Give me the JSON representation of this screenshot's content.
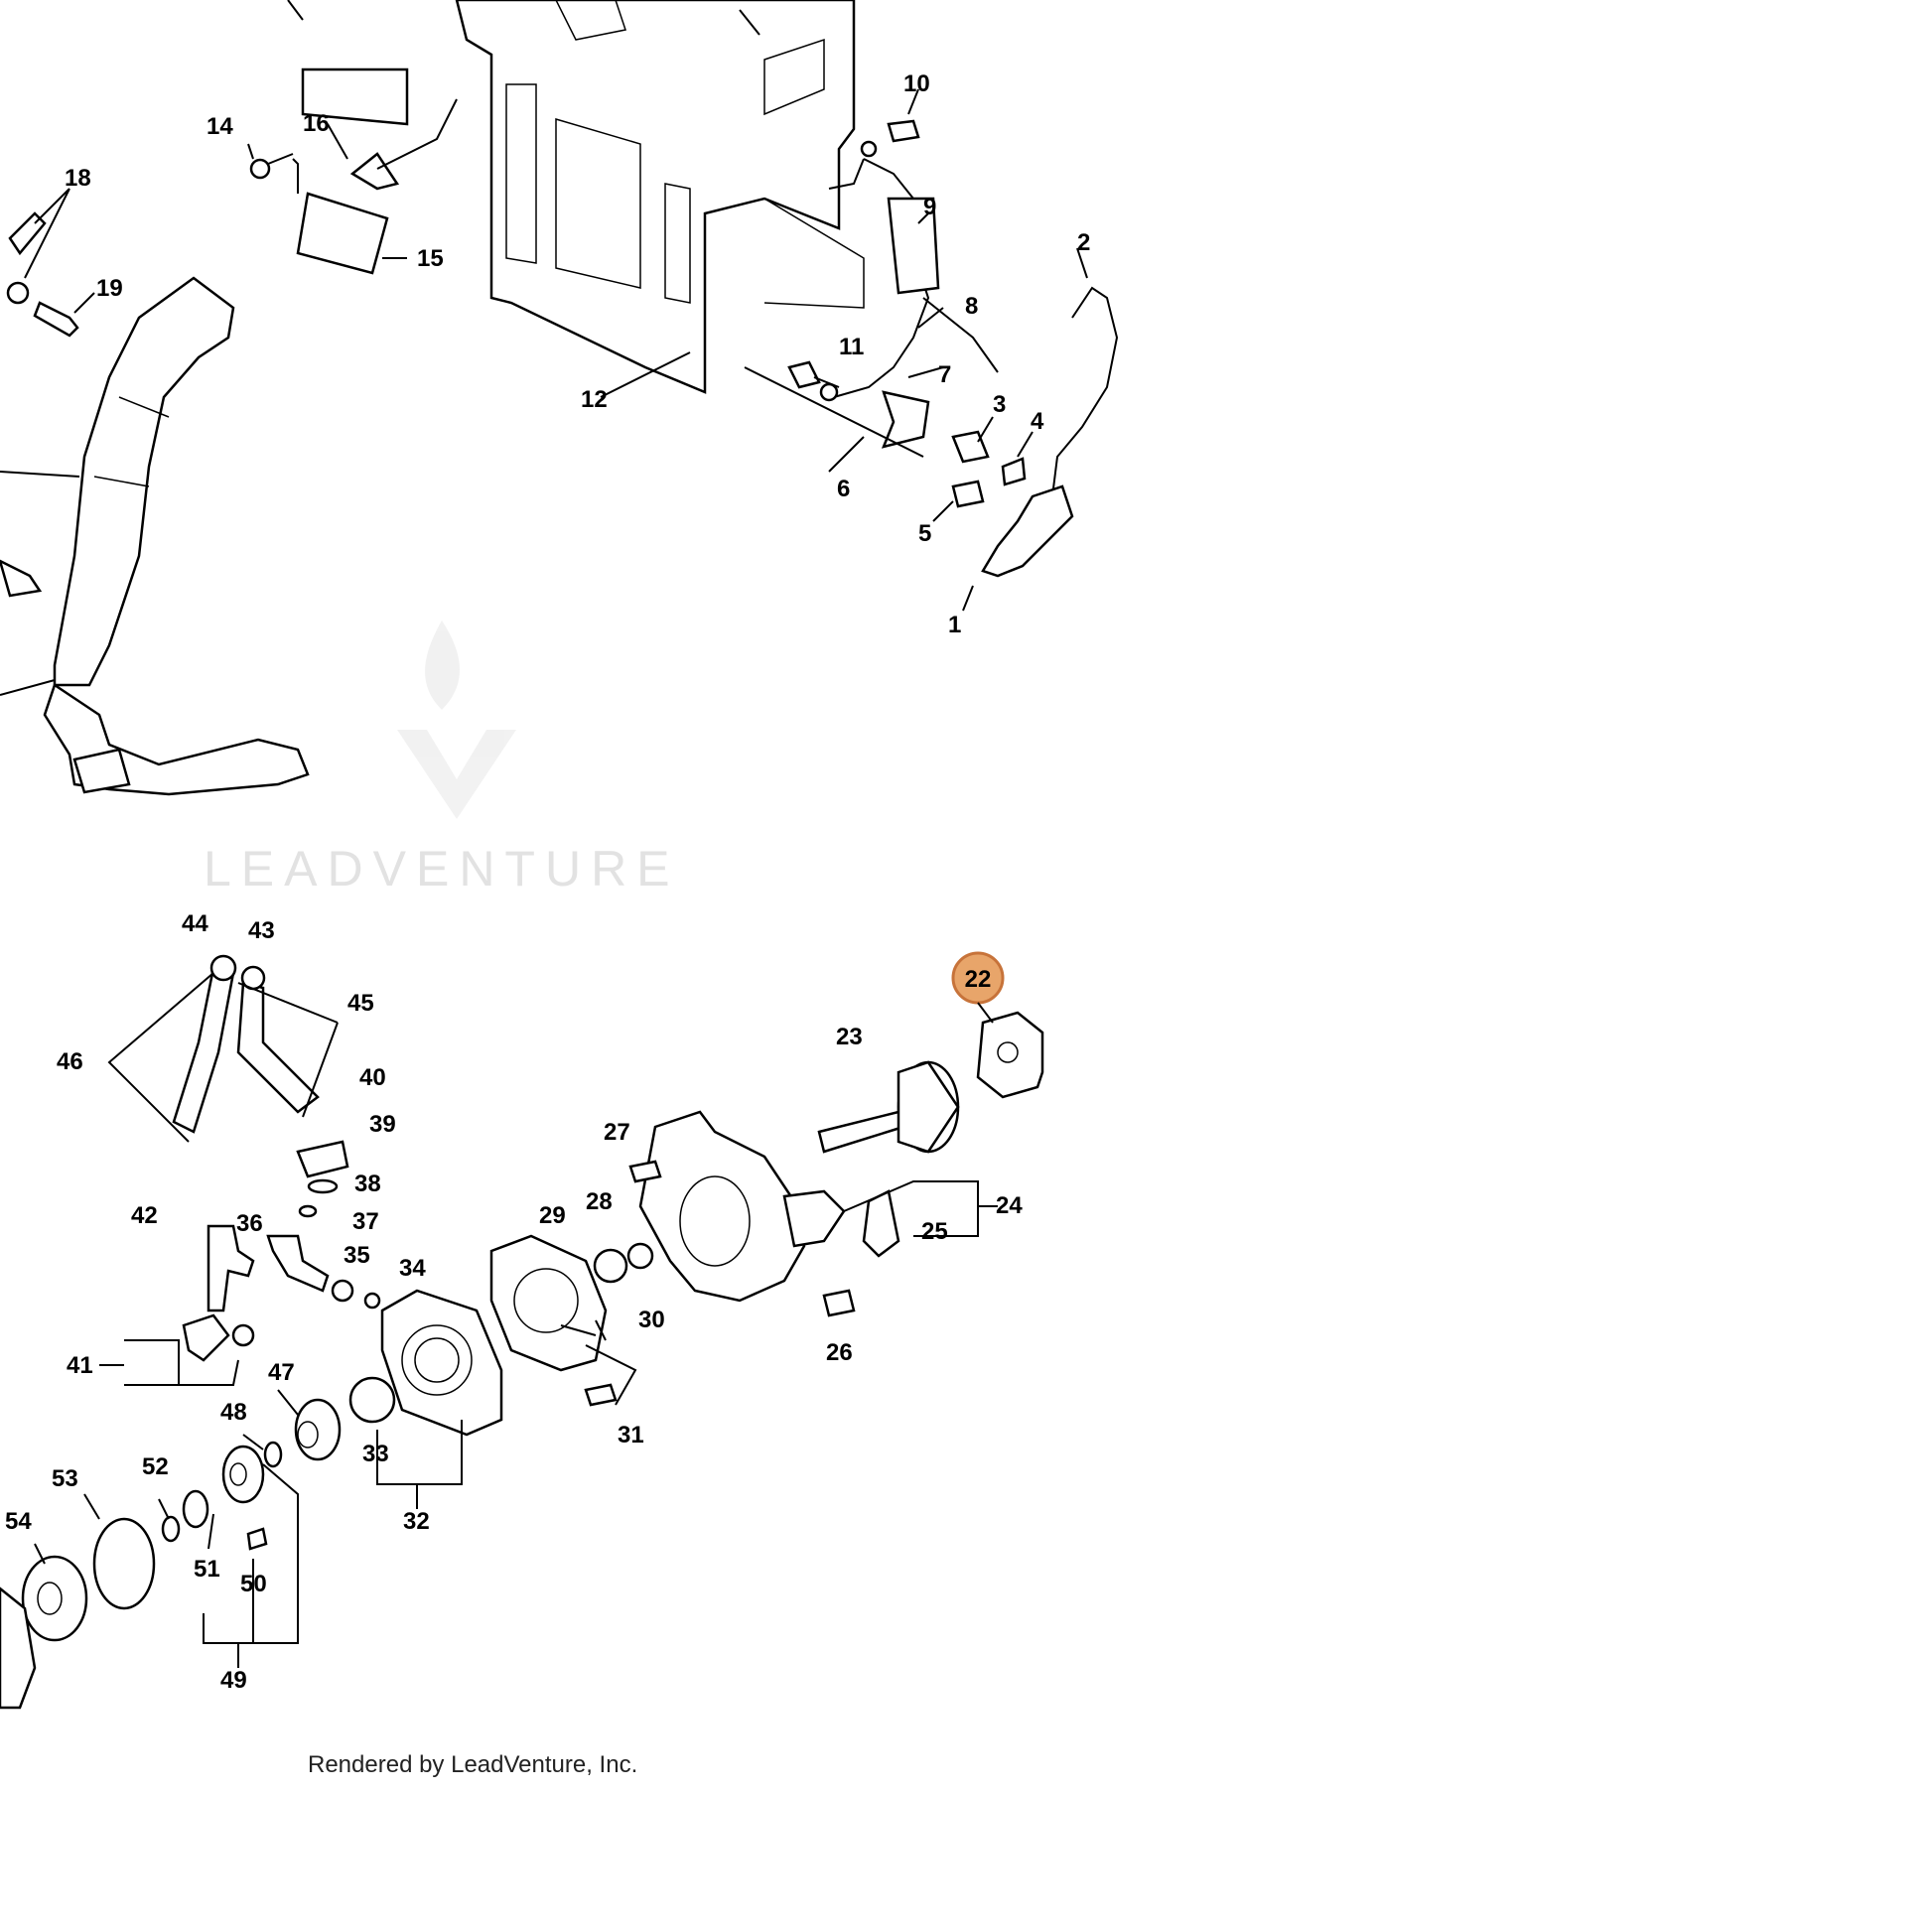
{
  "diagram": {
    "watermark": "LEADVENTURE",
    "credit": "Rendered by LeadVenture, Inc.",
    "highlighted_part": "22",
    "highlight_color": "#e8a56a",
    "part_labels": [
      "1",
      "2",
      "3",
      "4",
      "5",
      "6",
      "7",
      "8",
      "9",
      "10",
      "11",
      "12",
      "14",
      "15",
      "16",
      "18",
      "19",
      "22",
      "23",
      "24",
      "25",
      "26",
      "27",
      "28",
      "29",
      "30",
      "31",
      "32",
      "33",
      "34",
      "35",
      "36",
      "37",
      "38",
      "39",
      "40",
      "41",
      "42",
      "43",
      "44",
      "45",
      "46",
      "47",
      "48",
      "49",
      "50",
      "51",
      "52",
      "53",
      "54"
    ]
  }
}
